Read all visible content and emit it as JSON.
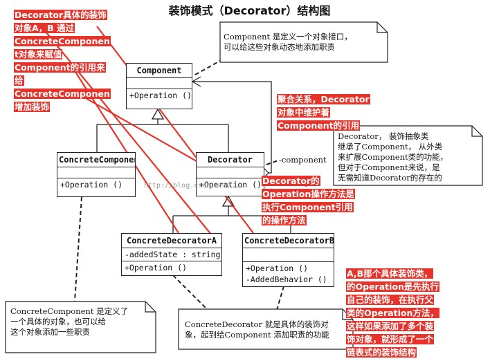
{
  "title": "装饰模式（Decorator）结构图",
  "classes": {
    "component": {
      "name": "Component",
      "ops": "+Operation ()"
    },
    "concrete_component": {
      "name": "ConcreteComponent",
      "ops": "+Operation ()"
    },
    "decorator": {
      "name": "Decorator",
      "ops": "+Operation ()"
    },
    "decorator_a": {
      "name": "ConcreteDecoratorA",
      "attrs": "-addedState  : string",
      "ops": "+Operation ()"
    },
    "decorator_b": {
      "name": "ConcreteDecoratorB",
      "ops": "+Operation ()",
      "ops2": "-AddedBehavior  ()"
    }
  },
  "association_label": "-component",
  "watermark": "http://blog.csdn.net/...",
  "notes": {
    "component": [
      "Component 是定义一个对象接口，",
      "可以给这些对象动态地添加职责"
    ],
    "decorator": [
      "Decorator， 装饰抽象类",
      "继承了Component， 从外类",
      "来扩展Component类的功能，",
      "但对于Component来说，是",
      "无需知道Decorator的存在的"
    ],
    "concrete_component": [
      "ConcreteComponent 是定义了",
      "一个具体的对象，也可以给",
      "这个对象添加一些职责"
    ],
    "concrete_decorator": [
      "ConcreteDecorator 就是具体的装饰对",
      "象，起到给Component 添加职责的功能"
    ]
  },
  "annotations": {
    "top_left": [
      "Decorator具体的装饰",
      "对象A，B 通过",
      "ConcreteComponen",
      "t对象来赋值",
      "Component的引用来",
      "给",
      "ConcreteComponen",
      "增加装饰"
    ],
    "aggregation": [
      "聚合关系，Decorator",
      "对象中维护着",
      "Component的引用"
    ],
    "decorator_op": [
      "Decorator的",
      "Operation操作方法是",
      "执行Component引用",
      "的操作方法"
    ],
    "bottom_right": [
      "A,B那个具体装饰类，",
      "的Operation是先执行",
      "自己的装饰，在执行父",
      "类的Operation方法，",
      "这样如果添加了多个装",
      "饰对象，就形成了一个",
      "链表式的装饰结构"
    ]
  },
  "colors": {
    "annotation_red": "#e8332a",
    "line": "#222222"
  }
}
